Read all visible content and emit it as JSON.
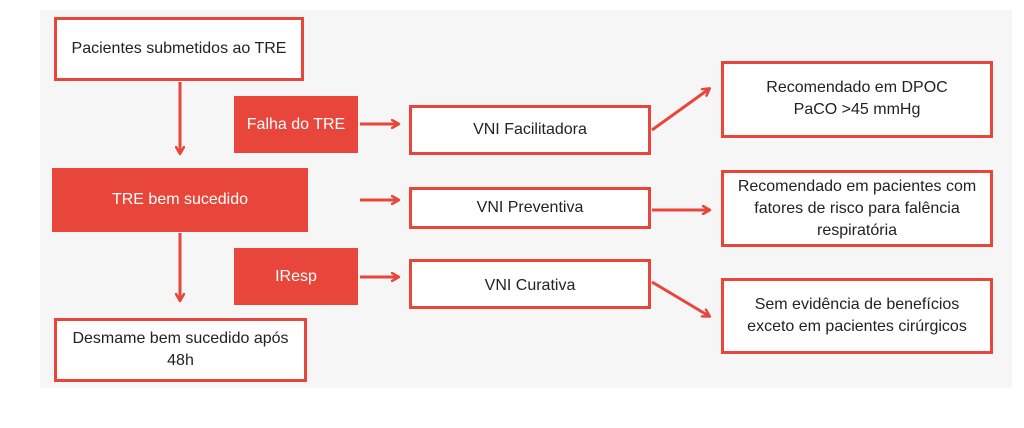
{
  "colors": {
    "accent": "#e8463a",
    "panel": "#f6f6f6",
    "text": "#222222"
  },
  "nodes": {
    "start": "Pacientes submetidos ao TRE",
    "fail": "Falha do TRE",
    "success": "TRE bem sucedido",
    "iresp": "IResp",
    "end": "Desmame bem sucedido após 48h",
    "vni_facilitadora": "VNI Facilitadora",
    "vni_preventiva": "VNI Preventiva",
    "vni_curativa": "VNI Curativa",
    "rec_dpoc": "Recomendado em DPOC PaCO >45 mmHg",
    "rec_risco": "Recomendado em pacientes com fatores de risco para falência respiratória",
    "sem_evidencia": "Sem evidência de benefícios exceto em pacientes cirúrgicos"
  }
}
